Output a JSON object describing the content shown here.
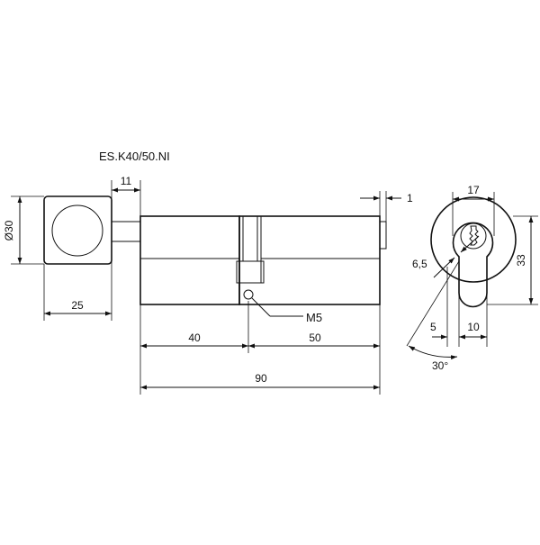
{
  "drawing": {
    "title": "ES.K40/50.NI",
    "dims": {
      "d11": "11",
      "d1": "1",
      "d30": "Ø30",
      "d25": "25",
      "d40": "40",
      "d50": "50",
      "d90": "90",
      "m5": "M5",
      "d17": "17",
      "d65": "6,5",
      "d33": "33",
      "d5": "5",
      "d10": "10",
      "angle": "30°"
    }
  }
}
